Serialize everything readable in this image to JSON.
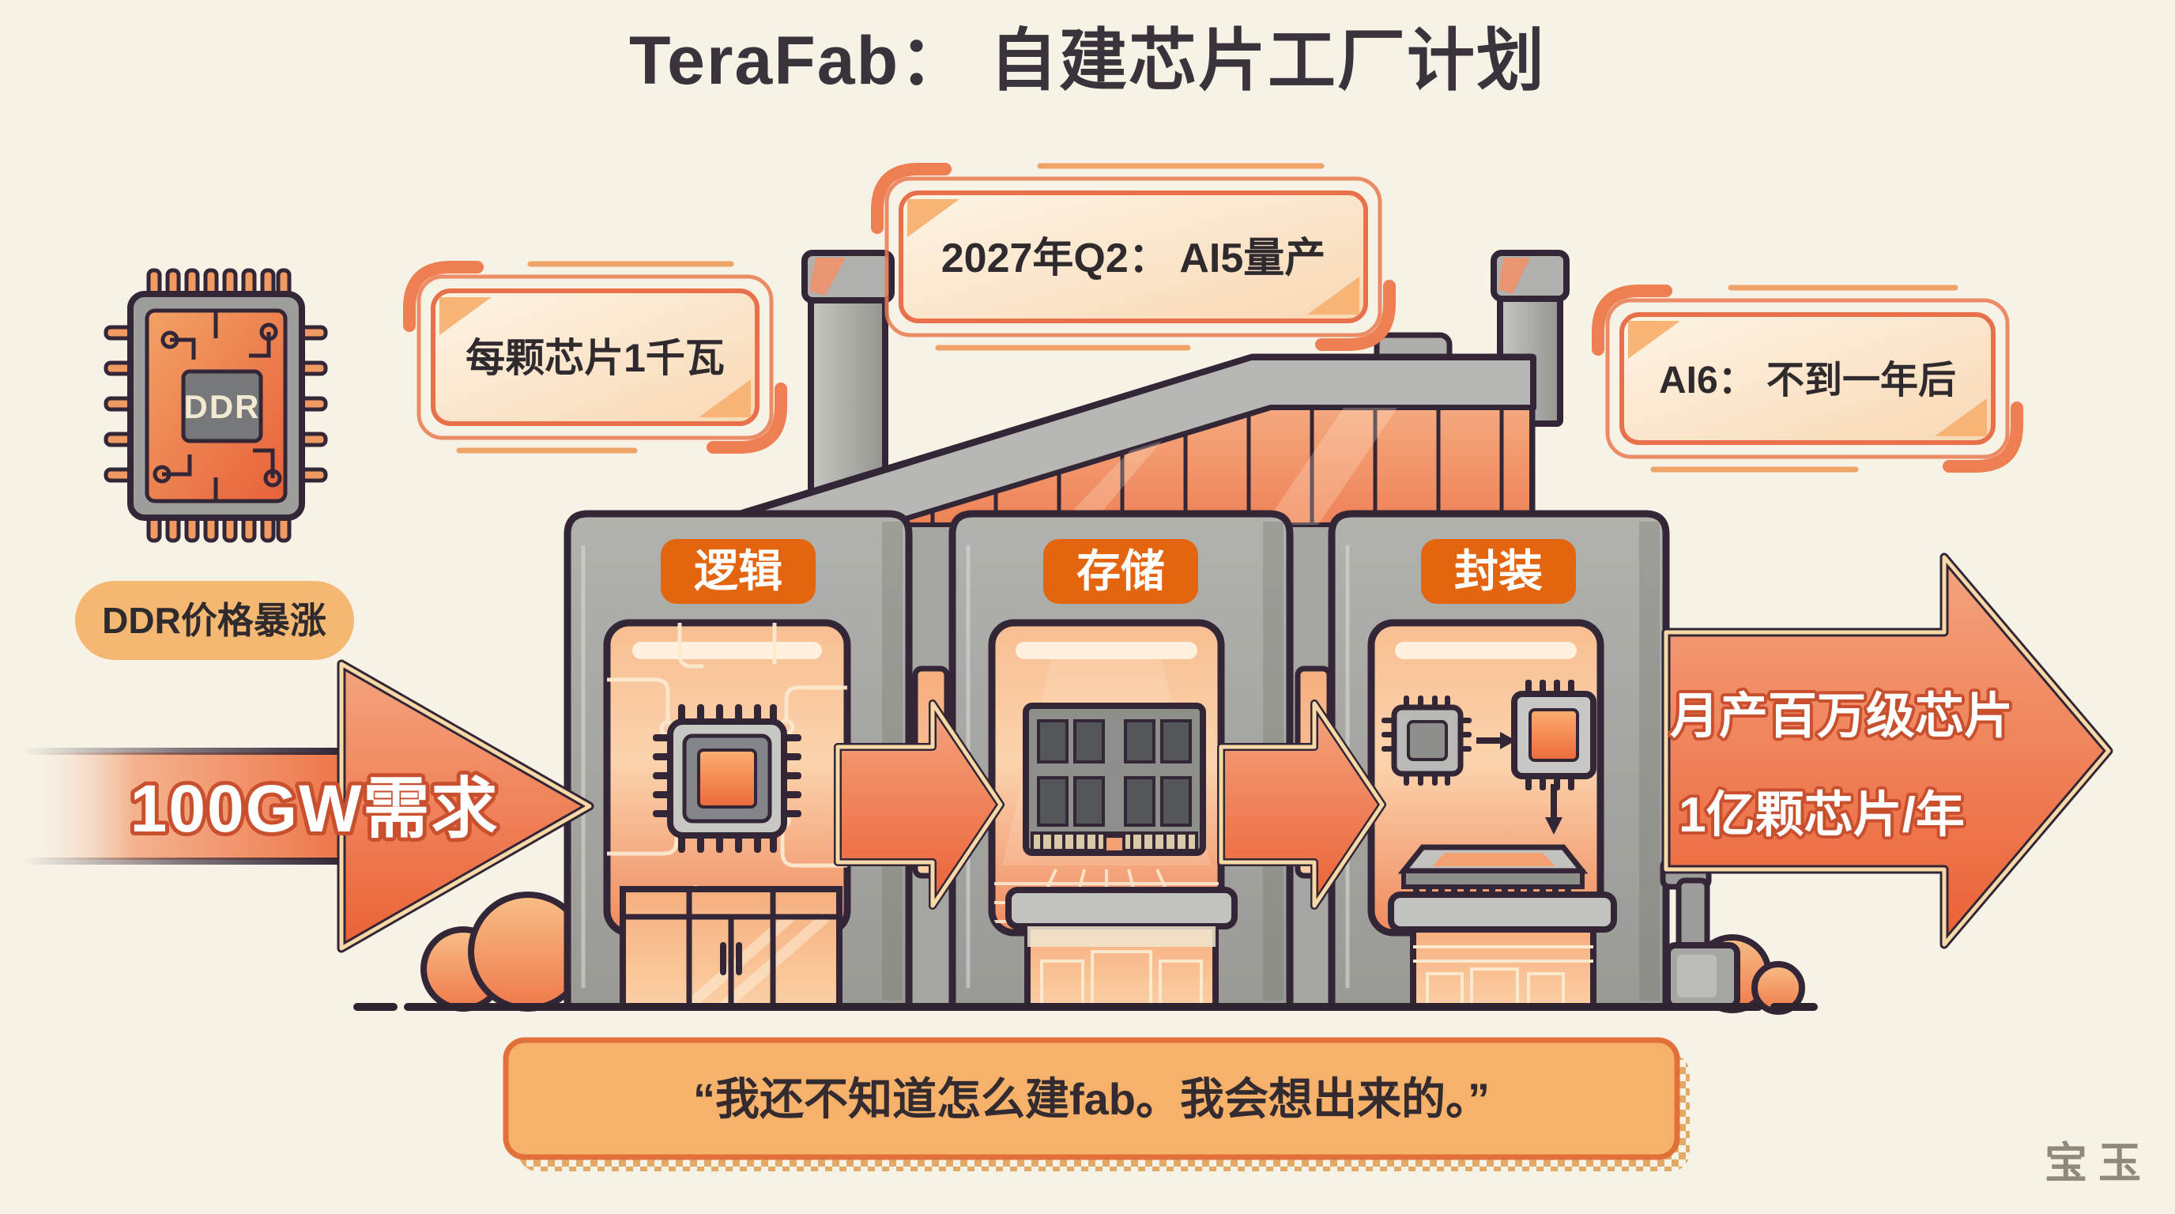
{
  "title": "TeraFab： 自建芯片工厂计划",
  "colors": {
    "background": "#F6F2E6",
    "outline_dark": "#332637",
    "accent_orange": "#E4650F",
    "arrow_orange": "#EE7A4D",
    "badge_border": "#E8714B",
    "building_gray": "#A5A6A1",
    "quote_fill": "#F6B26B"
  },
  "ddr_chip": {
    "label": "DDR",
    "caption": "DDR价格暴涨"
  },
  "callouts": {
    "power_per_chip": "每颗芯片1千瓦",
    "ai5": "2027年Q2： AI5量产",
    "ai6": "AI6： 不到一年后"
  },
  "flow": {
    "demand": "100GW需求",
    "output_line1": "月产百万级芯片",
    "output_line2": "1亿颗芯片/年"
  },
  "factory": {
    "stages": [
      {
        "label": "逻辑"
      },
      {
        "label": "存储"
      },
      {
        "label": "封装"
      }
    ]
  },
  "quote": {
    "text": "“我还不知道怎么建fab。我会想出来的。”"
  },
  "watermark": "宝玉"
}
